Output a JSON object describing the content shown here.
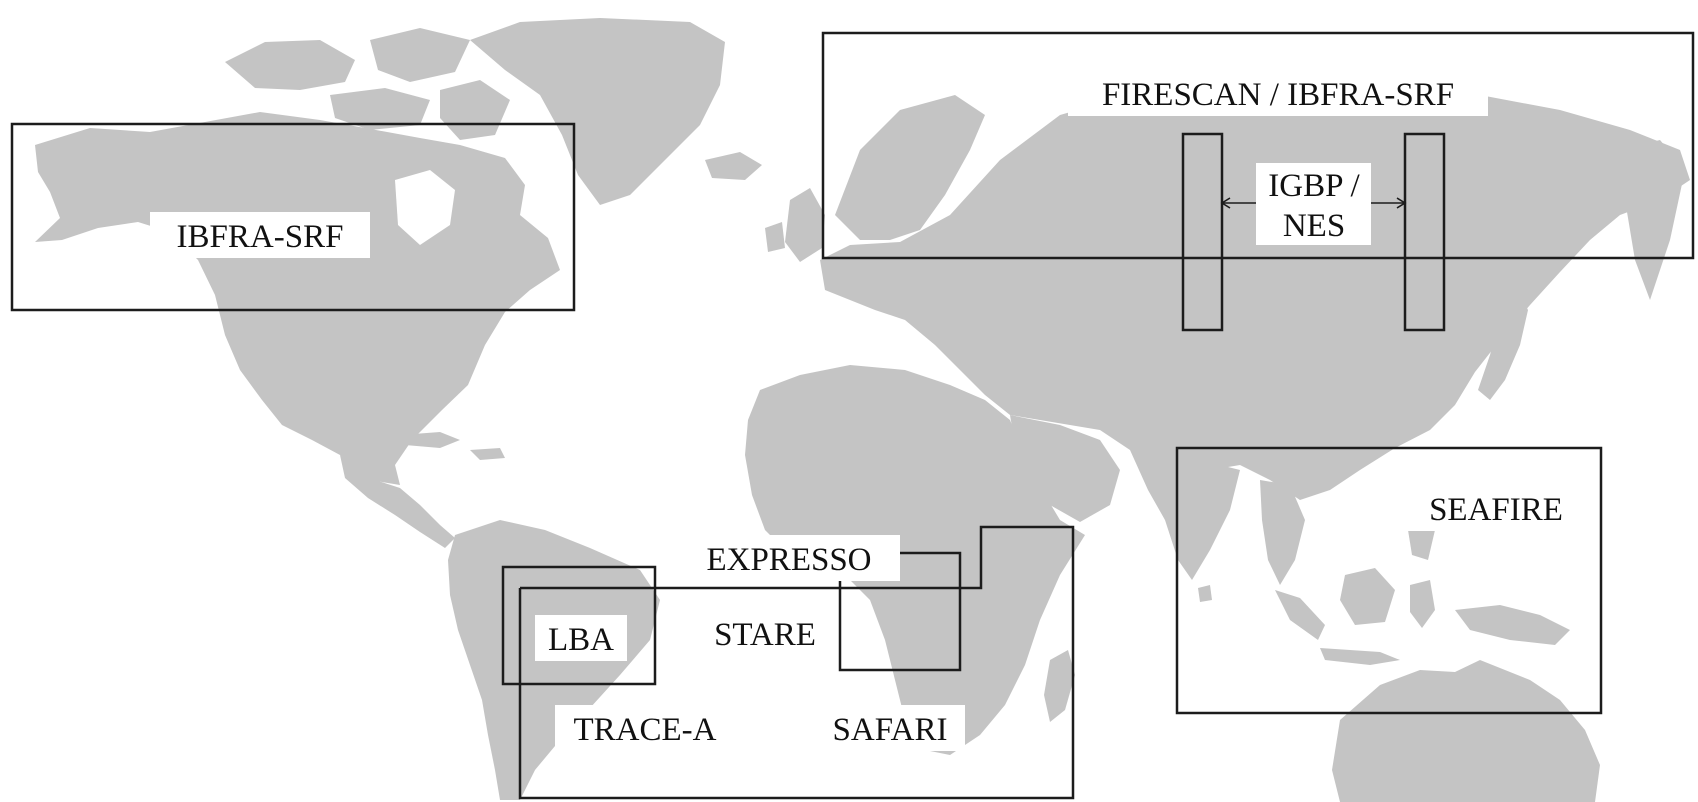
{
  "map": {
    "colors": {
      "land": "#c4c4c4",
      "box_stroke": "#1c1c1c",
      "label_bg": "#ffffff",
      "text": "#111111"
    },
    "labels": {
      "ibfra_srf_na": "IBFRA-SRF",
      "firescan": "FIRESCAN / IBFRA-SRF",
      "igbp_line1": "IGBP /",
      "igbp_line2": "NES",
      "seafire": "SEAFIRE",
      "expresso": "EXPRESSO",
      "lba": "LBA",
      "stare": "STARE",
      "trace_a": "TRACE-A",
      "safari": "SAFARI"
    }
  }
}
